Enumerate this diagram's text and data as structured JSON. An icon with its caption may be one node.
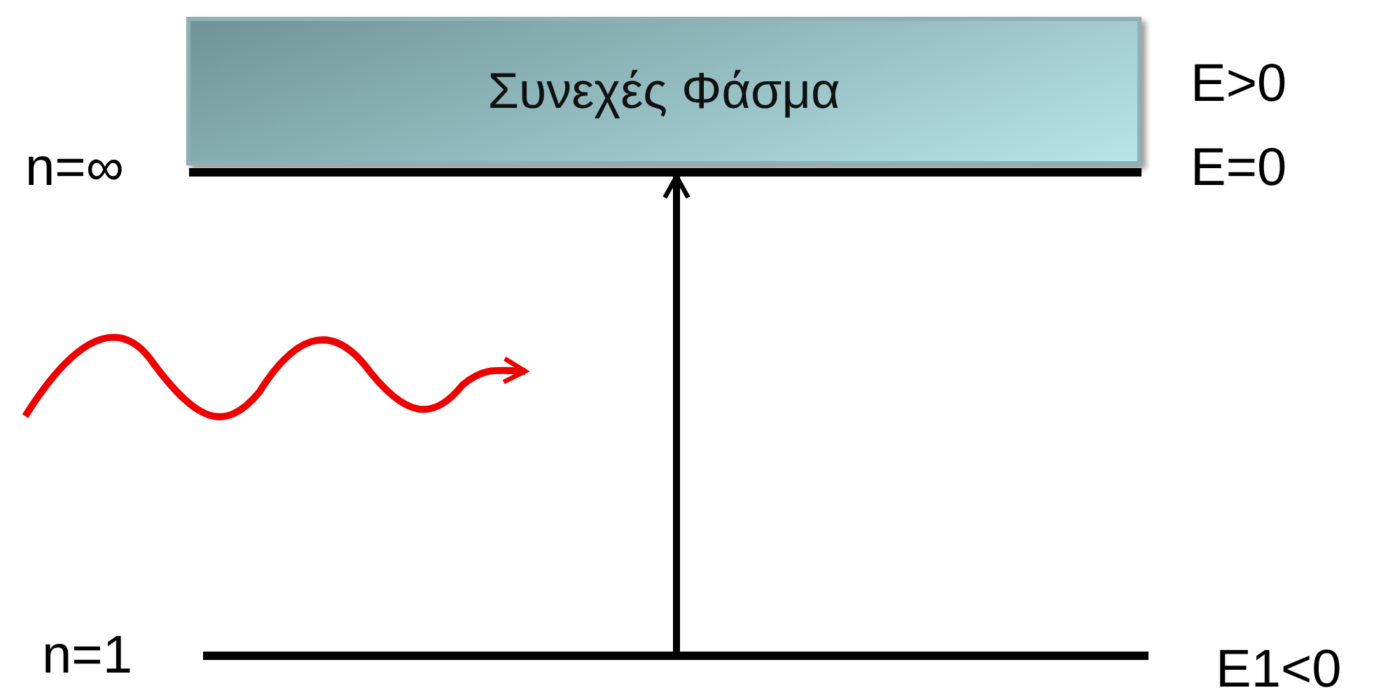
{
  "diagram": {
    "nodes": [
      {
        "text": [
          "Συνεχές Φάσμα"
        ],
        "beside": [
          "E>0"
        ]
      },
      {
        "text": [],
        "shape": "bar",
        "beside": [
          "n=∞",
          "E=0"
        ]
      },
      {
        "text": [],
        "shape": "bar",
        "beside": [
          "n=1",
          "E1<0"
        ]
      }
    ],
    "edges": [
      {
        "from": 2,
        "to": 1,
        "arrow": "to"
      }
    ]
  }
}
